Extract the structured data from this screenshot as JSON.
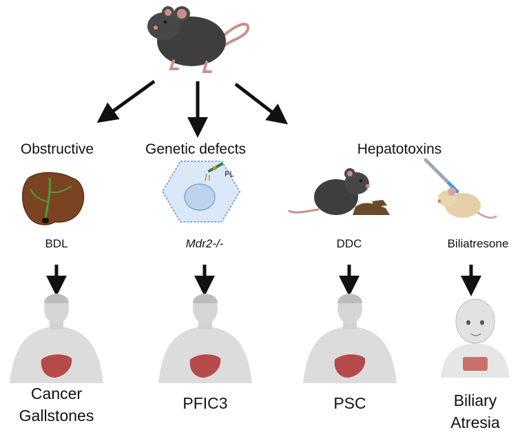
{
  "categories": {
    "obstructive": "Obstructive",
    "genetic": "Genetic defects",
    "hepatotoxins": "Hepatotoxins"
  },
  "models": {
    "bdl": "BDL",
    "mdr2": "Mdr2-/-",
    "ddc": "DDC",
    "biliatresone": "Biliatresone"
  },
  "cell_label": "PL",
  "diseases": {
    "cancer": "Cancer",
    "gallstones": "Gallstones",
    "pfic3": "PFIC3",
    "psc": "PSC",
    "biliary": "Biliary",
    "atresia": "Atresia"
  },
  "colors": {
    "mouse": "#3e3e3e",
    "liver_brown": "#7a4422",
    "liver_red": "#b54a4a",
    "skin": "#d8d8d8",
    "cell": "#dbe8f7"
  }
}
